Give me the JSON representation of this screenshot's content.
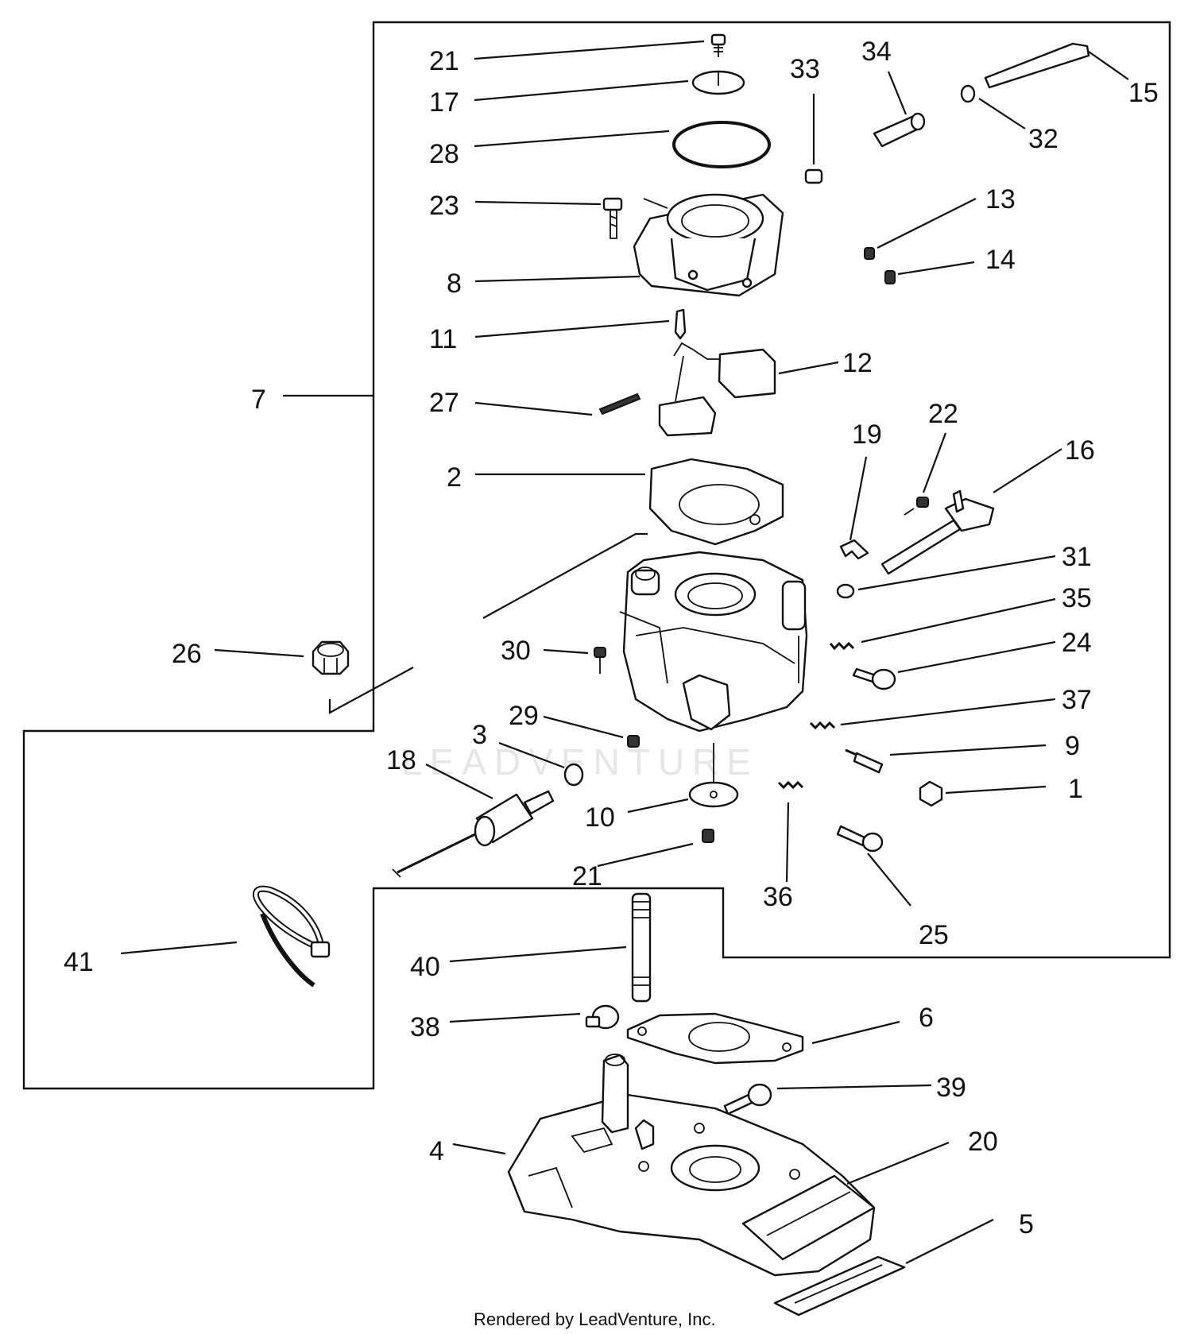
{
  "callouts": [
    {
      "id": "c1",
      "label": "1"
    },
    {
      "id": "c2",
      "label": "2"
    },
    {
      "id": "c3",
      "label": "3"
    },
    {
      "id": "c4",
      "label": "4"
    },
    {
      "id": "c5",
      "label": "5"
    },
    {
      "id": "c6",
      "label": "6"
    },
    {
      "id": "c7",
      "label": "7"
    },
    {
      "id": "c8",
      "label": "8"
    },
    {
      "id": "c9",
      "label": "9"
    },
    {
      "id": "c10",
      "label": "10"
    },
    {
      "id": "c11",
      "label": "11"
    },
    {
      "id": "c12",
      "label": "12"
    },
    {
      "id": "c13",
      "label": "13"
    },
    {
      "id": "c14",
      "label": "14"
    },
    {
      "id": "c15",
      "label": "15"
    },
    {
      "id": "c16",
      "label": "16"
    },
    {
      "id": "c17",
      "label": "17"
    },
    {
      "id": "c18",
      "label": "18"
    },
    {
      "id": "c19",
      "label": "19"
    },
    {
      "id": "c20",
      "label": "20"
    },
    {
      "id": "c21a",
      "label": "21"
    },
    {
      "id": "c21b",
      "label": "21"
    },
    {
      "id": "c22",
      "label": "22"
    },
    {
      "id": "c23",
      "label": "23"
    },
    {
      "id": "c24",
      "label": "24"
    },
    {
      "id": "c25",
      "label": "25"
    },
    {
      "id": "c26",
      "label": "26"
    },
    {
      "id": "c27",
      "label": "27"
    },
    {
      "id": "c28",
      "label": "28"
    },
    {
      "id": "c29",
      "label": "29"
    },
    {
      "id": "c30",
      "label": "30"
    },
    {
      "id": "c31",
      "label": "31"
    },
    {
      "id": "c32",
      "label": "32"
    },
    {
      "id": "c33",
      "label": "33"
    },
    {
      "id": "c34",
      "label": "34"
    },
    {
      "id": "c35",
      "label": "35"
    },
    {
      "id": "c36",
      "label": "36"
    },
    {
      "id": "c37",
      "label": "37"
    },
    {
      "id": "c38",
      "label": "38"
    },
    {
      "id": "c39",
      "label": "39"
    },
    {
      "id": "c40",
      "label": "40"
    },
    {
      "id": "c41",
      "label": "41"
    }
  ],
  "footer": "Rendered by LeadVenture, Inc.",
  "watermark": "LEADVENTURE",
  "colors": {
    "ink": "#111111",
    "watermark": "#e6e6e6",
    "background": "#ffffff"
  }
}
